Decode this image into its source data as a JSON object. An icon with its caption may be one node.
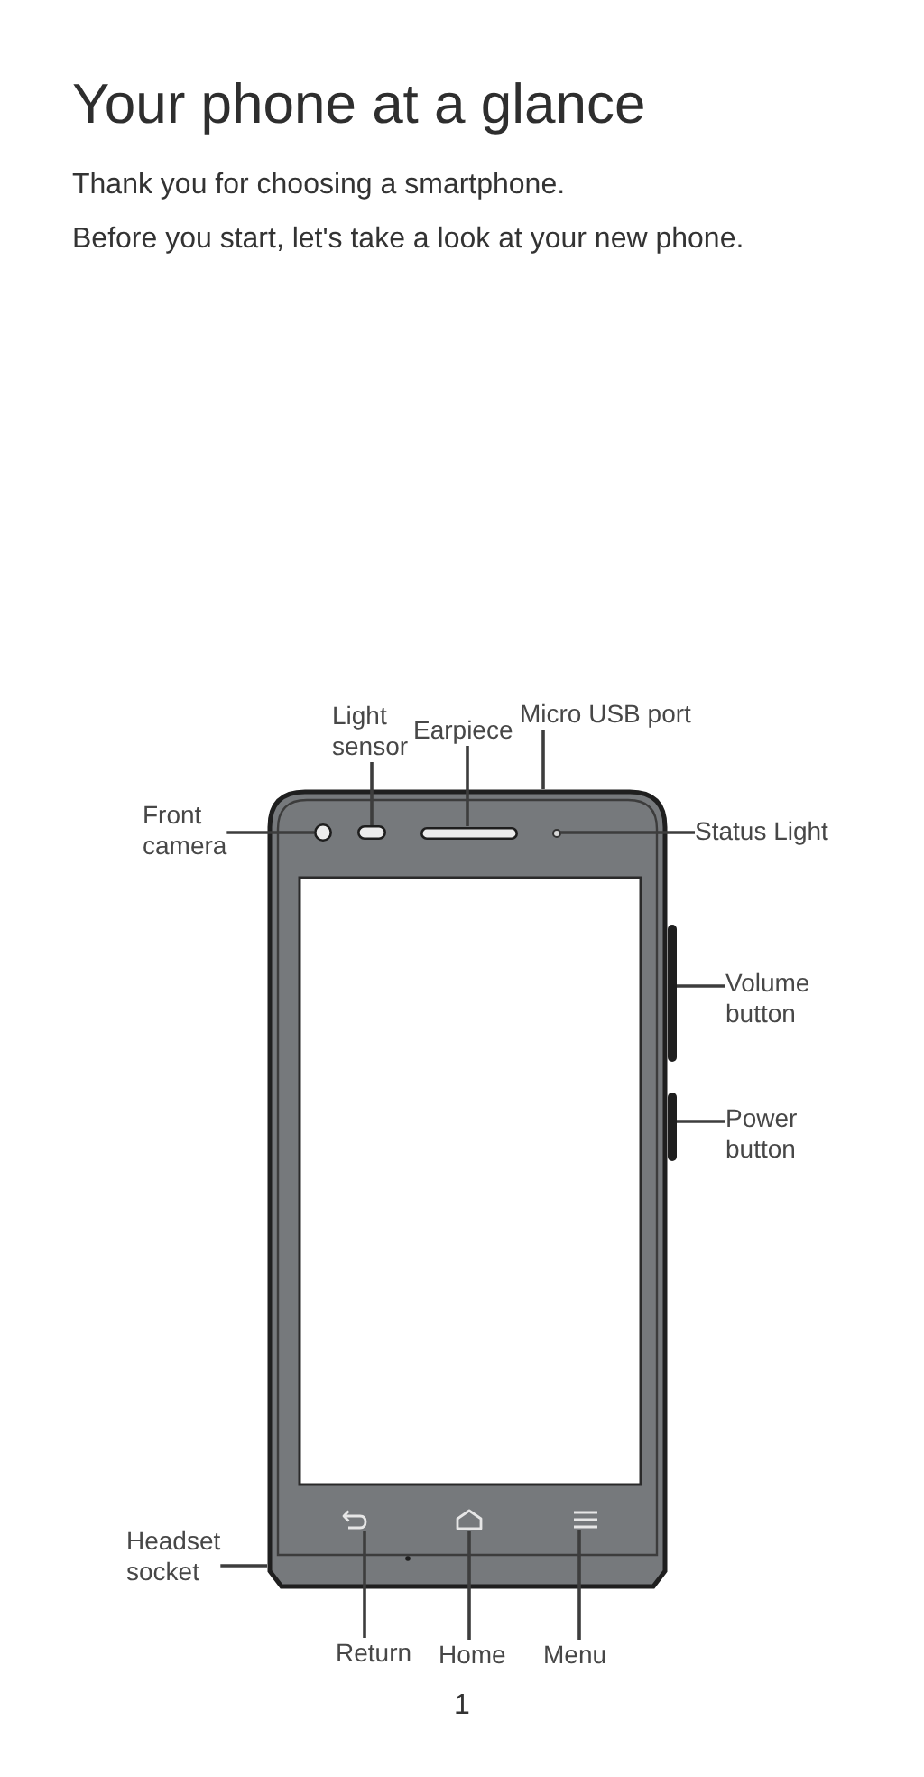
{
  "diagram": {
    "title": "Your phone at a glance",
    "nodes": [
      {
        "text": [
          "Light sensor"
        ]
      },
      {
        "text": [
          "Earpiece"
        ]
      },
      {
        "text": [
          "Micro USB port"
        ]
      },
      {
        "text": [
          "Front camera"
        ]
      },
      {
        "text": [
          "Status Light"
        ]
      },
      {
        "text": [],
        "shape": "picture"
      },
      {
        "text": [],
        "shape": "circle",
        "in": 5
      },
      {
        "text": [],
        "shape": "bar",
        "in": 5
      },
      {
        "text": [],
        "shape": "bar",
        "in": 5
      },
      {
        "text": [],
        "shape": "circle",
        "in": 5
      },
      {
        "text": [
          "Volume button"
        ]
      },
      {
        "text": [],
        "shape": "bar"
      },
      {
        "text": [
          "Power button"
        ]
      },
      {
        "text": [],
        "shape": "bar"
      },
      {
        "text": [
          "Headset socket"
        ]
      },
      {
        "text": [],
        "shape": "picture",
        "in": 5
      },
      {
        "text": [],
        "shape": "picture",
        "in": 5
      },
      {
        "text": [],
        "shape": "picture",
        "in": 5
      },
      {
        "text": [
          "Return"
        ]
      },
      {
        "text": [
          "Home"
        ]
      },
      {
        "text": [
          "Menu"
        ]
      }
    ],
    "edges": [
      {
        "from": 0,
        "to": 7,
        "arrow": "none"
      },
      {
        "from": 1,
        "to": 8,
        "arrow": "none"
      },
      {
        "from": 2,
        "to": 5,
        "arrow": "none"
      },
      {
        "from": 3,
        "to": 6,
        "arrow": "none"
      },
      {
        "from": 4,
        "to": 9,
        "arrow": "none"
      },
      {
        "from": 10,
        "to": 11,
        "arrow": "none"
      },
      {
        "from": 12,
        "to": 13,
        "arrow": "none"
      },
      {
        "from": 14,
        "to": 5,
        "arrow": "none"
      },
      {
        "from": 18,
        "to": 15,
        "arrow": "none"
      },
      {
        "from": 19,
        "to": 16,
        "arrow": "none"
      },
      {
        "from": 20,
        "to": 17,
        "arrow": "none"
      }
    ],
    "labels": [
      "Thank you for choosing a smartphone.",
      "Before you start, let's take a look at your new phone.",
      "1"
    ]
  }
}
